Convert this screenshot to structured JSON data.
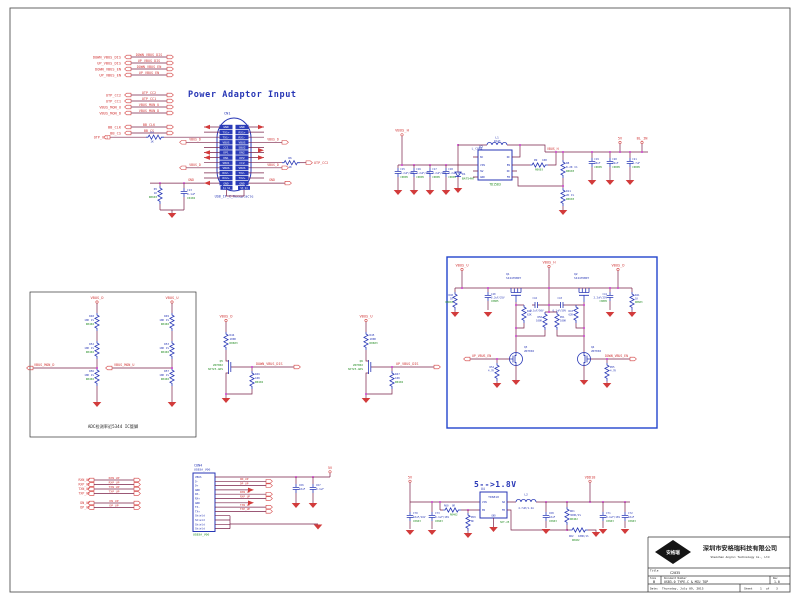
{
  "titles": {
    "power": "Power Adaptor Input",
    "v18": "5--&gt;1.8V",
    "v18_plain": "5-->1.8V",
    "adc_note": "ADC检测率近5344  IC管脚"
  },
  "ports_tl": {
    "g1": [
      "DOWN_VBUS_DIS",
      "UP_VBUS_DIS",
      "DOWN_VBUS_EN",
      "UP_VBUS_EN"
    ],
    "g2": [
      "OTP_CC2",
      "OTP_CC1",
      "VBUS_MON_U",
      "VBUS_MON_D"
    ],
    "g3": [
      "BB_CLK",
      "BB_CS"
    ]
  },
  "usb": {
    "ref": "CN1",
    "part": "USB_IF_C_Receptacle",
    "left": [
      "GND",
      "TX1+",
      "TX1-",
      "VBUS",
      "CC1",
      "DP1",
      "DN1",
      "SBU1",
      "VBUS",
      "RX2-",
      "RX2+",
      "GND"
    ],
    "right": [
      "GND",
      "RX1+",
      "RX1-",
      "VBUS",
      "SBU2",
      "DN2",
      "DP2",
      "CC2",
      "VBUS",
      "TX2-",
      "TX2+",
      "GND"
    ],
    "s_left": "S1 S2",
    "s_right": "S3 S4",
    "net_vbus": "VBUS_D",
    "net_cc1": "OTP_CC1",
    "net_cc2": "OTP_CC2",
    "net_gnd": "GND",
    "r4": {
      "d": "R4",
      "v": "1K"
    },
    "r6": {
      "d": "R6",
      "v": "1K"
    },
    "r5": {
      "d": "R5",
      "v": "1K",
      "f": "R0603"
    },
    "c13": {
      "d": "C13",
      "v": "0.1uF",
      "f": "C0402"
    }
  },
  "reg5": {
    "flag_in": "VBUS_H",
    "flag_out": "VBUS_H",
    "flag_5v": "5V",
    "flag_bl": "BL_IN",
    "net_lcore": "L_CORE",
    "caps": [
      {
        "d": "C15",
        "v": "2.2uF/25V",
        "f": "C0805"
      },
      {
        "d": "C16",
        "v": "2.2uF/25V",
        "f": "C0805"
      },
      {
        "d": "C17",
        "v": "2.2uF/25V",
        "f": "C0805"
      },
      {
        "d": "C18",
        "v": "2.2uF/25V",
        "f": "C0805"
      }
    ],
    "d1": {
      "d": "D1",
      "p": "BAT54HT"
    },
    "u2": {
      "ref": "U2",
      "part": "TD1583",
      "pl": [
        "NC",
        "VIN",
        "SW",
        "GND"
      ],
      "pr": [
        "NC",
        "EN",
        "NC",
        "FB"
      ]
    },
    "l1": {
      "d": "L1",
      "v": "10uH"
    },
    "r9": {
      "d": "R9",
      "v": "10K",
      "f": "R0603"
    },
    "r8": {
      "d": "R8",
      "v": "8.2K 1%",
      "f": "R0603"
    },
    "r11": {
      "d": "R11",
      "v": "2K 1%",
      "f": "R0603"
    },
    "c19": {
      "d": "C19",
      "v": "10uF",
      "f": "C0805"
    },
    "c20": {
      "d": "C20",
      "v": "22uF",
      "f": "C0805"
    },
    "c21": {
      "d": "C21",
      "v": "4.7uF",
      "f": "C0805"
    }
  },
  "adc": {
    "flag_l": "VBUS_D",
    "flag_r": "VBUS_U",
    "net_l": "VBUS_MON_D",
    "net_r": "VBUS_MON_U",
    "rl": [
      {
        "d": "R48",
        "v": "10K 1%",
        "f": "R0402"
      },
      {
        "d": "R52",
        "v": "10K 1%",
        "f": "R0402"
      },
      {
        "d": "R56",
        "v": "10K 1%",
        "f": "R0402"
      }
    ],
    "rr": [
      {
        "d": "R49",
        "v": "10K 1%",
        "f": "R0402"
      },
      {
        "d": "R53",
        "v": "10K 1%",
        "f": "R0402"
      },
      {
        "d": "R57",
        "v": "10K 1%",
        "f": "R0402"
      }
    ]
  },
  "qd": {
    "flag": "VBUS_D",
    "rt": {
      "d": "R44",
      "v": "100K",
      "f": "R0603"
    },
    "q": {
      "ref": "Q5",
      "part": "2N7002",
      "pkg": "SOT23-GDS"
    },
    "net": "DOWN_VBUS_DIS",
    "rb": {
      "d": "R46",
      "v": "10K",
      "f": "R0402"
    }
  },
  "qu": {
    "flag": "VBUS_U",
    "rt": {
      "d": "R45",
      "v": "100K",
      "f": "R0603"
    },
    "q": {
      "ref": "Q6",
      "part": "2N7002",
      "pkg": "SOT23-GDS"
    },
    "net": "UP_VBUS_DIS",
    "rb": {
      "d": "R47",
      "v": "10K",
      "f": "R0402"
    }
  },
  "sw": {
    "flag_l": "VBUS_U",
    "flag_c": "VBUS_H",
    "flag_r": "VBUS_D",
    "q1": {
      "ref": "Q1",
      "part": "SI4435BDY"
    },
    "q2": {
      "ref": "Q2",
      "part": "SI4435BDY"
    },
    "r40": {
      "d": "R40",
      "v": "1K",
      "f": "R0603"
    },
    "c40": {
      "d": "C40",
      "v": "2.2uF/25V",
      "f": "C0805"
    },
    "c41": {
      "d": "C41",
      "v": "2.2uF/25V",
      "f": "C0805"
    },
    "r41": {
      "d": "R41",
      "v": "1K",
      "f": "R0603"
    },
    "r42": {
      "d": "R42",
      "v": "62K"
    },
    "r43": {
      "d": "R43",
      "v": "62K"
    },
    "c42": {
      "d": "C42",
      "v": "0.1uF/50V"
    },
    "c43": {
      "d": "C43",
      "v": "0.1uF/50V"
    },
    "r50": {
      "d": "R50",
      "v": "100K"
    },
    "r51": {
      "d": "R51",
      "v": "100K"
    },
    "q3": {
      "ref": "Q3",
      "part": "2N7002"
    },
    "q4": {
      "ref": "Q4",
      "part": "2N7002"
    },
    "net_l": "UP_VBUS_EN",
    "net_r": "DOWN_VBUS_EN",
    "r54": {
      "d": "R54",
      "v": "4.7K"
    },
    "r55": {
      "d": "R55",
      "v": "4.7K"
    }
  },
  "lnets": {
    "g1": [
      "RXN_UP",
      "RXP_UP",
      "TXN_UP",
      "TXP_UP"
    ],
    "g2": [
      "DN_UP",
      "DP_UP"
    ]
  },
  "con4": {
    "ref": "CON4",
    "part": "USB3A_V06",
    "pkg": "USB3A_V06",
    "pins": [
      "VBUS",
      "D-",
      "D+",
      "GND",
      "RX-",
      "RX+",
      "GND",
      "TX-",
      "TX+",
      "Shield",
      "Shield",
      "Shield",
      "Shield"
    ],
    "nets": [
      "DN_UP",
      "DP_UP",
      "RXN_UP",
      "RXP_UP",
      "TXN_UP",
      "TXP_UP"
    ],
    "flag": "5V",
    "c66": {
      "d": "C66",
      "v": "10uF"
    },
    "c67": {
      "d": "C67",
      "v": "0.1uF"
    }
  },
  "reg18": {
    "flag_in": "5V",
    "flag_out": "VDD18",
    "c70": {
      "d": "C70",
      "v": "10uF/16V",
      "f": "C0603"
    },
    "c73": {
      "d": "C73",
      "v": "0.1uF/16V",
      "f": "C0603"
    },
    "r60": {
      "d": "R60",
      "v": "0R",
      "f": "R0402"
    },
    "r59": {
      "d": "R59",
      "v": "NC"
    },
    "u4": {
      "ref": "U4",
      "part": "TD6810",
      "pkg": "SOT-25",
      "vin": "VIN",
      "en": "EN",
      "sw": "SW",
      "fb": "FB",
      "gnd": "GND"
    },
    "l2": {
      "d": "L2",
      "v": "4.7uH/1.2A"
    },
    "c68": {
      "d": "C68",
      "v": "10uF",
      "f": "C0603"
    },
    "r61": {
      "d": "R61",
      "v": "360K/1%",
      "f": "R0402"
    },
    "r62": {
      "d": "R62",
      "v": "180K/1%",
      "f": "R0402"
    },
    "c71": {
      "d": "C71",
      "v": "0.1uF/16V",
      "f": "C0603"
    },
    "c72": {
      "d": "C72",
      "v": "10uF",
      "f": "C0603"
    }
  },
  "tb": {
    "logo": "安格瑞",
    "company_cn": "深圳市安格瑞科技有限公司",
    "company_en": "Shenzhen Angrui Technology Co., Ltd",
    "title_label": "Title",
    "title_value": "C2035",
    "size_label": "Size",
    "size_value": "B",
    "doc_label": "Document Number",
    "doc_value": "USB3.0 TYPE-C & MCU TOP",
    "rev_label": "Rev",
    "rev_value": "1.0",
    "date_label": "Date:",
    "date_value": "Thursday, July 09, 2015",
    "sheet_label": "Sheet",
    "sheet_value": "1",
    "of_label": "of",
    "of_value": "3"
  }
}
